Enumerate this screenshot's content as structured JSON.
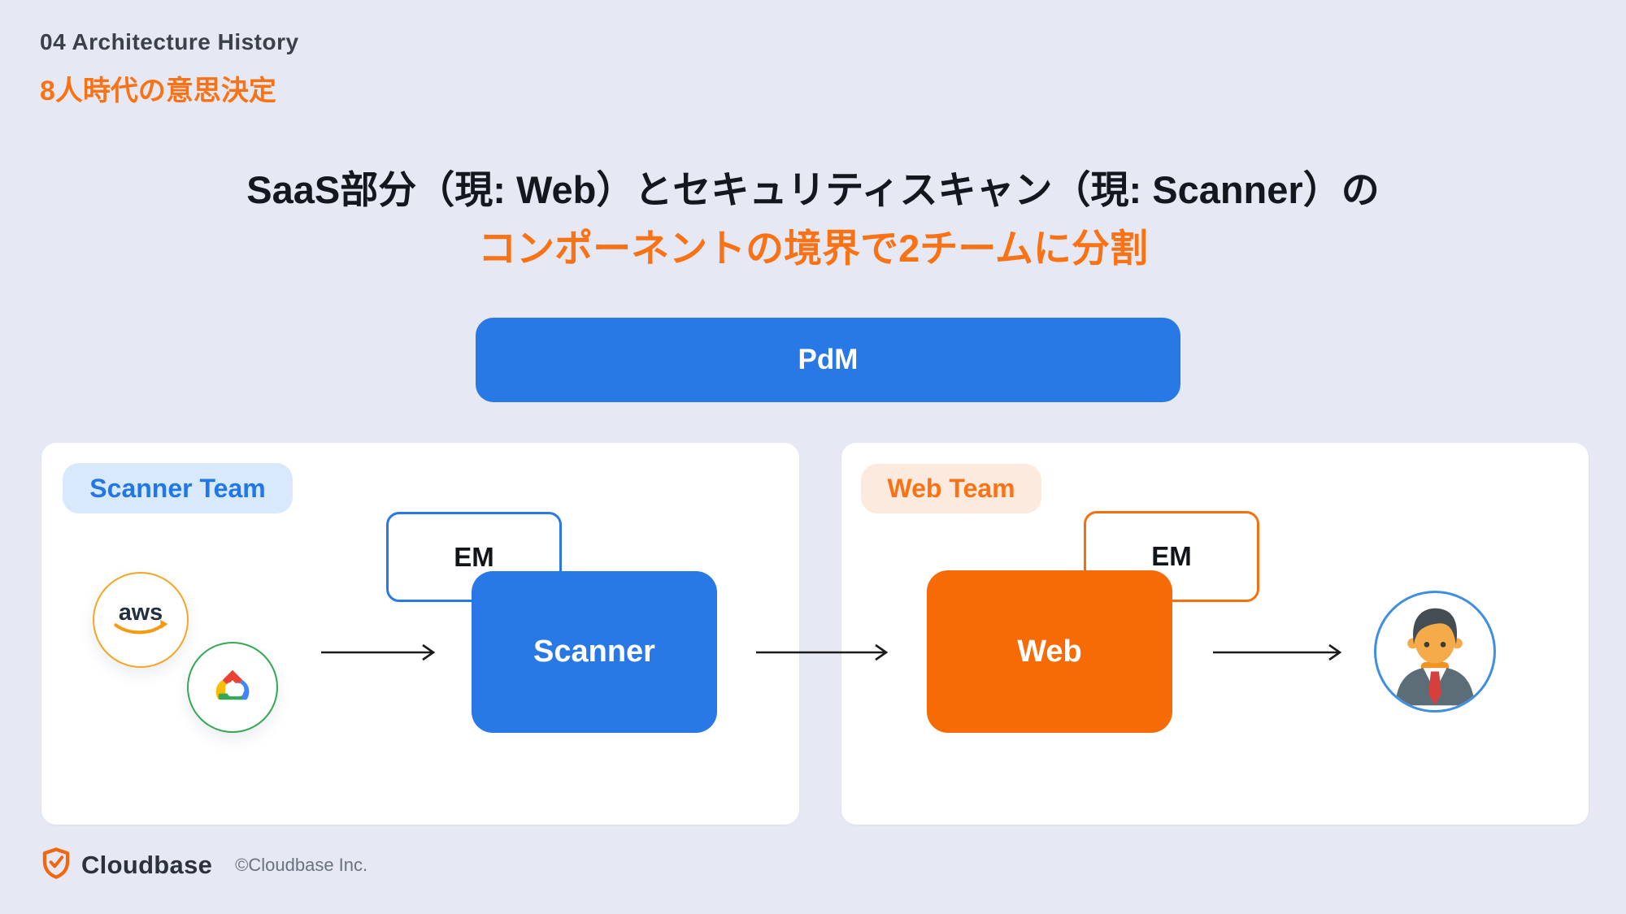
{
  "slide": {
    "kicker": "04 Architecture History",
    "subtitle": "8人時代の意思決定",
    "title_line1": "SaaS部分（現: Web）とセキュリティスキャン（現: Scanner）の",
    "title_line2": "コンポーネントの境界で2チームに分割"
  },
  "pdm_box": {
    "label": "PdM"
  },
  "scanner_team": {
    "pill_label": "Scanner Team",
    "em_label": "EM",
    "box_label": "Scanner",
    "aws_text": "aws"
  },
  "web_team": {
    "pill_label": "Web Team",
    "em_label": "EM",
    "box_label": "Web"
  },
  "footer": {
    "brand": "Cloudbase",
    "copyright": "©Cloudbase Inc."
  },
  "colors": {
    "background": "#e6e9f3",
    "card": "#ffffff",
    "blue": "#2878e6",
    "blue_pill_bg": "#d8e9fc",
    "blue_pill_text": "#2176e8",
    "orange_text": "#f97316",
    "orange_box": "#f76b07",
    "orange_pill_bg": "#fceade",
    "title_dark": "#14171d",
    "kicker_gray": "#3a4149",
    "footer_gray": "#6a7280",
    "aws_border": "#f5a623",
    "gcp_border": "#34a853",
    "person_border": "#3f8fe0",
    "arrow_black": "#1a1a1a"
  },
  "icons": {
    "aws": "aws-logo-icon",
    "gcp": "gcp-logo-icon",
    "person": "person-icon",
    "brand_shield": "cloudbase-shield-icon",
    "flow_arrows": "arrow-right-icon"
  }
}
